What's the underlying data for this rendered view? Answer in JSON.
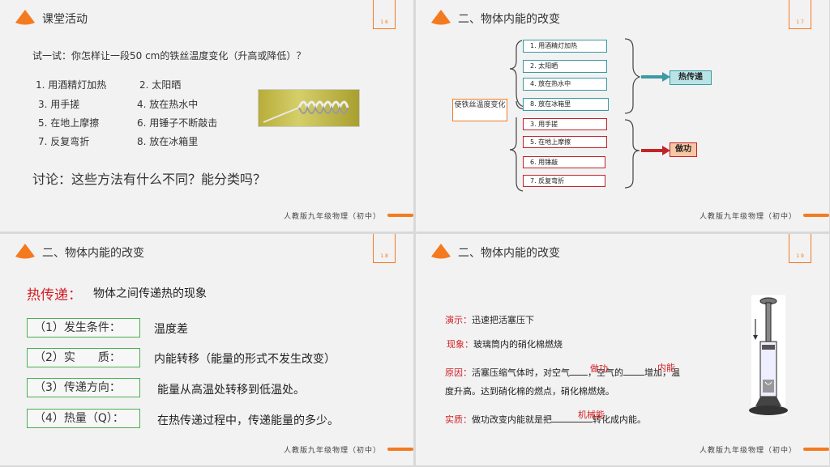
{
  "colors": {
    "accent": "#f47a20",
    "heat": "#3a9aa5",
    "work": "#c0252a",
    "red_text": "#d01f26",
    "green_box": "#4caf50"
  },
  "footer": "人教版九年级物理（初中）",
  "slide1": {
    "title": "课堂活动",
    "page": "1 6",
    "prompt": "试一试：你怎样让一段50 cm的铁丝温度变化（升高或降低）？",
    "methods": [
      "1. 用酒精灯加热",
      "2. 太阳晒",
      "3. 用手搓",
      "4. 放在热水中",
      "5. 在地上摩擦",
      "6. 用锤子不断敲击",
      "7. 反复弯折",
      "8. 放在冰箱里"
    ],
    "discuss": "讨论：这些方法有什么不同？能分类吗？"
  },
  "slide2": {
    "title": "二、物体内能的改变",
    "page": "1 7",
    "center": "使铁丝温度变化",
    "heat_items": [
      "1. 用酒精灯加热",
      "2. 太阳晒",
      "4. 放在热水中",
      "8. 放在冰箱里"
    ],
    "work_items": [
      "3. 用手搓",
      "5. 在地上摩擦",
      "6. 用锤敲",
      "7. 反复弯折"
    ],
    "heat_label": "热传递",
    "work_label": "做功"
  },
  "slide3": {
    "title": "二、物体内能的改变",
    "page": "1 8",
    "def_title": "热传递：",
    "def_text": "物体之间传递热的现象",
    "rows": [
      {
        "label": "（1）发生条件：",
        "value": "温度差"
      },
      {
        "label": "（2）实　　质：",
        "value": "内能转移（能量的形式不发生改变）"
      },
      {
        "label": "（3）传递方向：",
        "value": "能量从高温处转移到低温处。"
      },
      {
        "label": "（4）热量（Q）：",
        "value": "在热传递过程中，传递能量的多少。"
      }
    ]
  },
  "slide4": {
    "title": "二、物体内能的改变",
    "page": "1 9",
    "demo_label": "演示：",
    "demo_text": "迅速把活塞压下",
    "phen_label": "现象：",
    "phen_text": "玻璃筒内的硝化棉燃烧",
    "reason_label": "原因：",
    "reason_a": "活塞压缩气体时，对空气",
    "reason_b": "，空气的",
    "reason_c": "增加，温",
    "reason_d": "度升高。达到硝化棉的燃点，硝化棉燃烧。",
    "fill_1": "做功",
    "fill_2": "内能",
    "essence_label": "实质：",
    "essence_a": "做功改变内能就是把",
    "essence_b": "转化成内能。",
    "fill_3": "机械能"
  }
}
